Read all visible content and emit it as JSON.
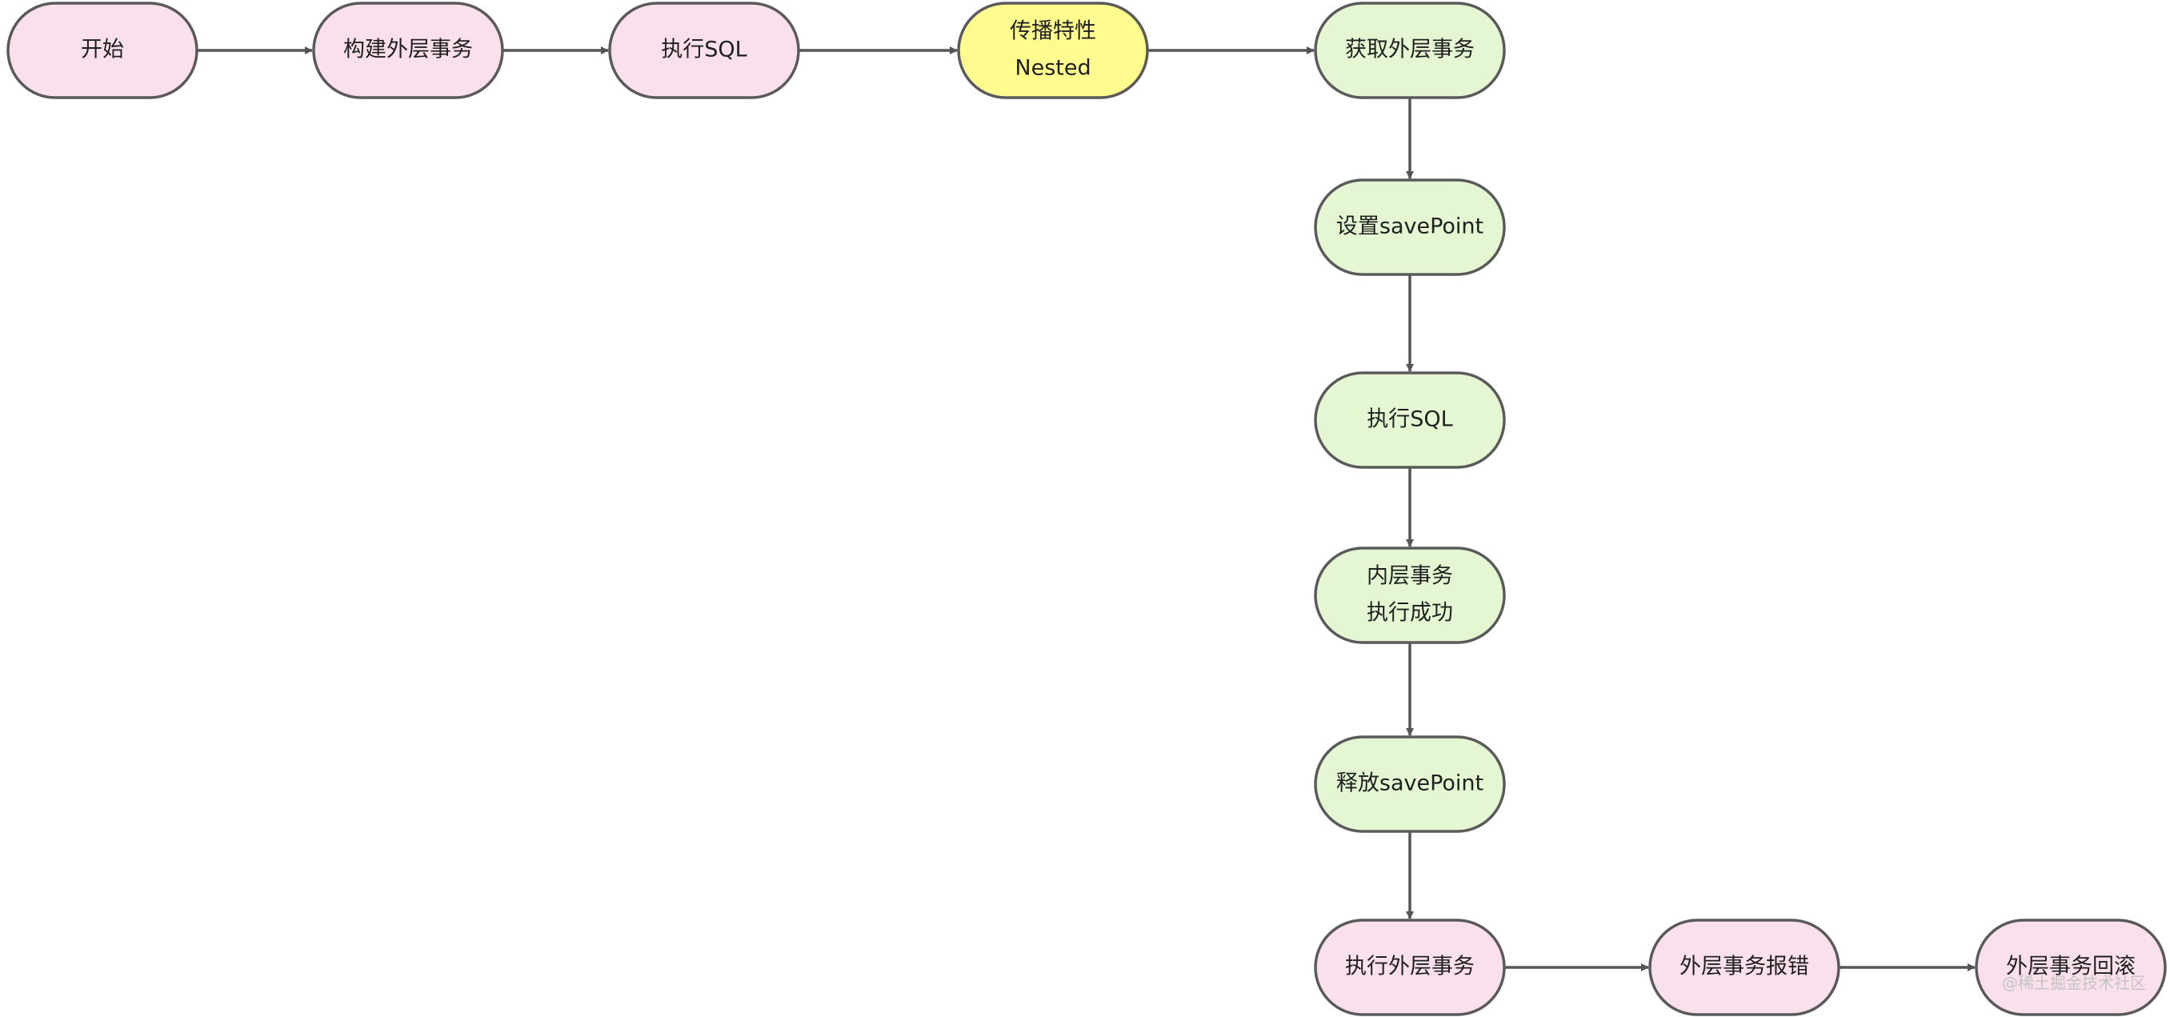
{
  "colors": {
    "pink": "#f9e0ec",
    "yellow": "#fffb8f",
    "green": "#e4f7d2",
    "stroke": "#5a5a5a",
    "arrow": "#555555"
  },
  "nodes": [
    {
      "id": "start",
      "lines": [
        "开始"
      ],
      "fill": "pink"
    },
    {
      "id": "build-outer-tx",
      "lines": [
        "构建外层事务"
      ],
      "fill": "pink"
    },
    {
      "id": "exec-sql-1",
      "lines": [
        "执行SQL"
      ],
      "fill": "pink"
    },
    {
      "id": "propagation-nested",
      "lines": [
        "传播特性",
        "Nested"
      ],
      "fill": "yellow"
    },
    {
      "id": "get-outer-tx",
      "lines": [
        "获取外层事务"
      ],
      "fill": "green"
    },
    {
      "id": "set-savepoint",
      "lines": [
        "设置savePoint"
      ],
      "fill": "green"
    },
    {
      "id": "exec-sql-2",
      "lines": [
        "执行SQL"
      ],
      "fill": "green"
    },
    {
      "id": "inner-tx-success",
      "lines": [
        "内层事务",
        "执行成功"
      ],
      "fill": "green"
    },
    {
      "id": "release-savepoint",
      "lines": [
        "释放savePoint"
      ],
      "fill": "green"
    },
    {
      "id": "exec-outer-tx",
      "lines": [
        "执行外层事务"
      ],
      "fill": "pink"
    },
    {
      "id": "outer-tx-error",
      "lines": [
        "外层事务报错"
      ],
      "fill": "pink"
    },
    {
      "id": "outer-tx-rollback",
      "lines": [
        "外层事务回滚"
      ],
      "fill": "pink"
    }
  ],
  "edges": [
    {
      "from": "start",
      "to": "build-outer-tx"
    },
    {
      "from": "build-outer-tx",
      "to": "exec-sql-1"
    },
    {
      "from": "exec-sql-1",
      "to": "propagation-nested"
    },
    {
      "from": "propagation-nested",
      "to": "get-outer-tx"
    },
    {
      "from": "get-outer-tx",
      "to": "set-savepoint"
    },
    {
      "from": "set-savepoint",
      "to": "exec-sql-2"
    },
    {
      "from": "exec-sql-2",
      "to": "inner-tx-success"
    },
    {
      "from": "inner-tx-success",
      "to": "release-savepoint"
    },
    {
      "from": "release-savepoint",
      "to": "exec-outer-tx"
    },
    {
      "from": "exec-outer-tx",
      "to": "outer-tx-error"
    },
    {
      "from": "outer-tx-error",
      "to": "outer-tx-rollback"
    }
  ],
  "watermark": "@稀土掘金技术社区"
}
